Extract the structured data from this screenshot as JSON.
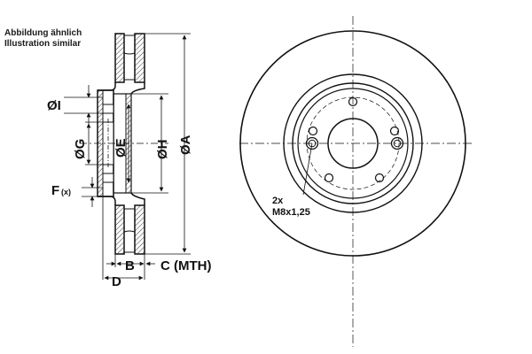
{
  "notes": {
    "line1": "Abbildung ähnlich",
    "line2": "Illustration similar"
  },
  "section_view": {
    "label_I": "ØI",
    "label_G": "ØG",
    "label_E": "ØE",
    "label_H": "ØH",
    "label_A": "ØA",
    "label_F": "F",
    "label_F_sub": "(x)",
    "label_B": "B",
    "label_C": "C (MTH)",
    "label_D": "D"
  },
  "front_view": {
    "bolt_label_count": "2x",
    "bolt_label_thread": "M8x1,25"
  },
  "colors": {
    "line": "#111111",
    "hatch": "#333333",
    "background": "#ffffff"
  }
}
